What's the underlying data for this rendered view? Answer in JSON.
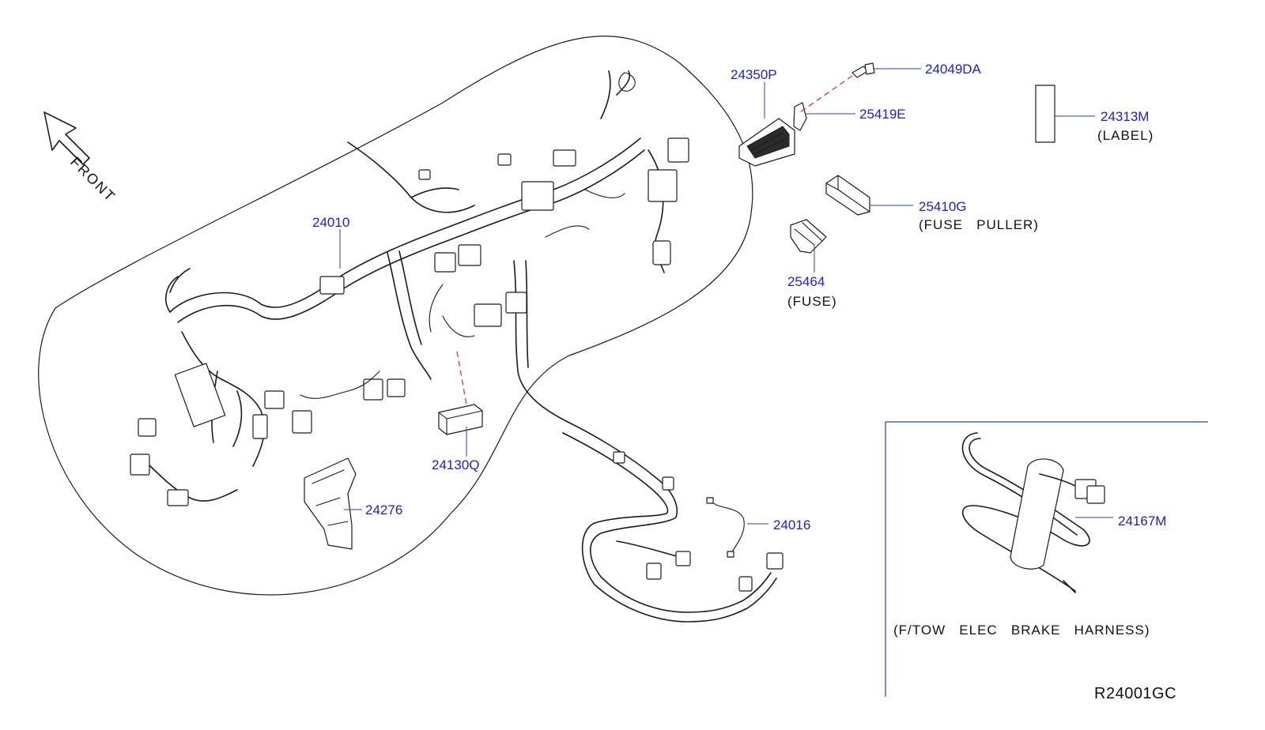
{
  "diagram_id": "R24001GC",
  "front_indicator": {
    "label": "FRONT",
    "icon": "front-arrow-icon"
  },
  "parts": [
    {
      "number": "24010"
    },
    {
      "number": "24130Q"
    },
    {
      "number": "24276"
    },
    {
      "number": "24016"
    },
    {
      "number": "24350P"
    },
    {
      "number": "24049DA"
    },
    {
      "number": "25419E"
    },
    {
      "number": "24313M",
      "note": "(LABEL)"
    },
    {
      "number": "25410G",
      "note": "(FUSE   PULLER)"
    },
    {
      "number": "25464",
      "note": "(FUSE)"
    },
    {
      "number": "24167M"
    }
  ],
  "inset": {
    "caption": "(F/TOW   ELEC   BRAKE   HARNESS)"
  },
  "colors": {
    "part_label": "#1a1ae6",
    "leader": "#2a3ecf",
    "dashed_link": "#e0303a",
    "line_art": "#1b1b1b"
  }
}
